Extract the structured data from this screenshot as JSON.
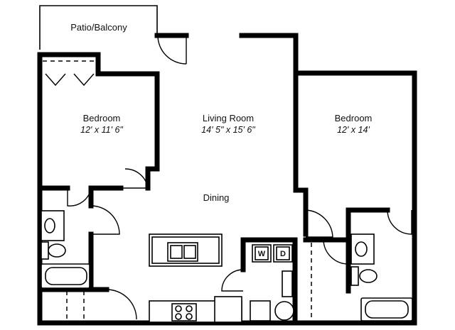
{
  "plan": {
    "rooms": {
      "patio": {
        "name": "Patio/Balcony"
      },
      "bedroom_left": {
        "name": "Bedroom",
        "dims": "12' x 11' 6\""
      },
      "living": {
        "name": "Living Room",
        "dims": "14' 5\" x 15' 6\""
      },
      "bedroom_right": {
        "name": "Bedroom",
        "dims": "12' x 14'"
      },
      "dining": {
        "name": "Dining"
      }
    },
    "appliances": {
      "washer": "W",
      "dryer": "D"
    }
  }
}
